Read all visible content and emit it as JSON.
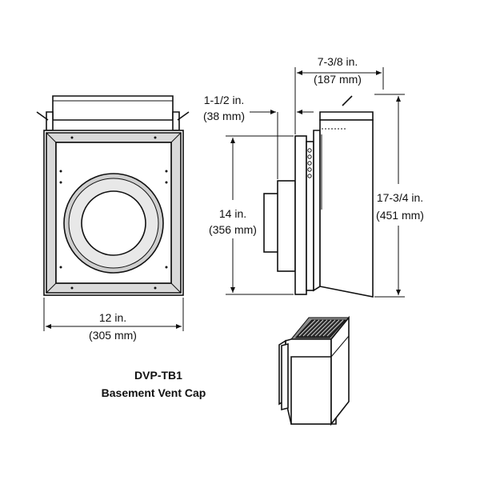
{
  "front_view": {
    "width_in": "12 in.",
    "width_mm": "(305 mm)"
  },
  "side_view": {
    "depth_in": "7-3/8 in.",
    "depth_mm": "(187 mm)",
    "flange_in": "1-1/2 in.",
    "flange_mm": "(38 mm)",
    "inner_height_in": "14 in.",
    "inner_height_mm": "(356 mm)",
    "overall_height_in": "17-3/4 in.",
    "overall_height_mm": "(451 mm)"
  },
  "caption": {
    "model": "DVP-TB1",
    "name": "Basement Vent Cap"
  }
}
